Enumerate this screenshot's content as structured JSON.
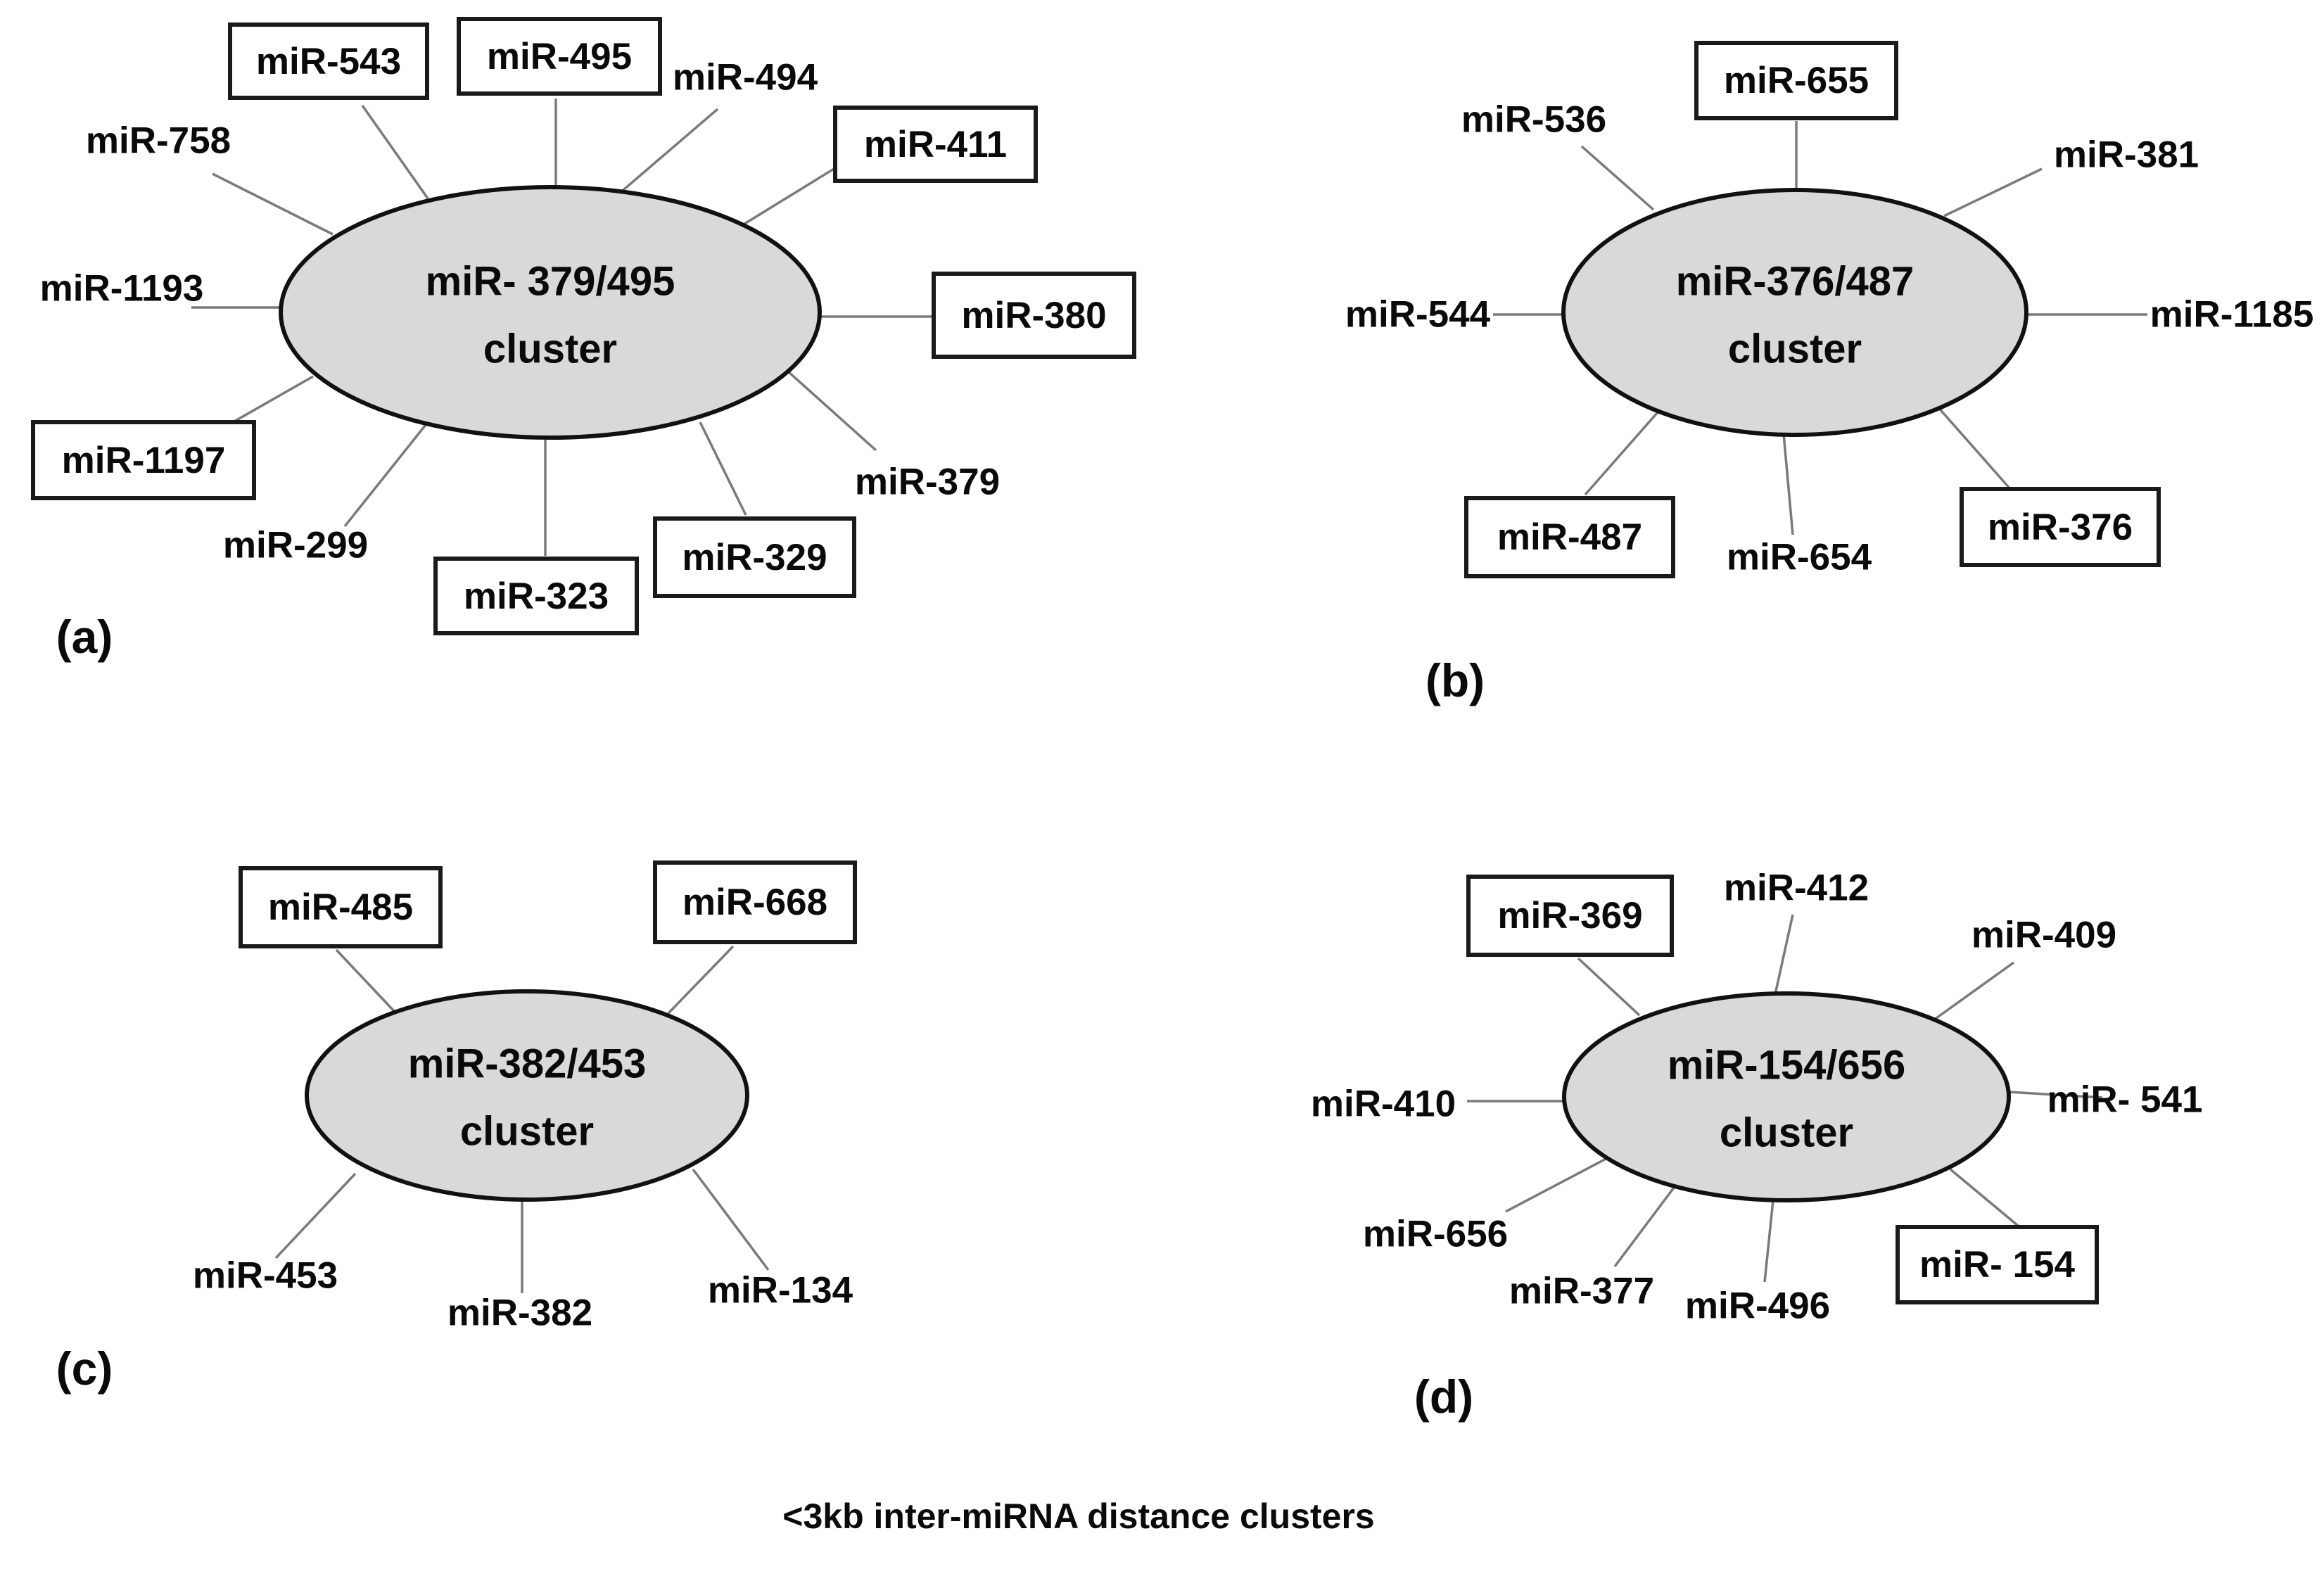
{
  "figure": {
    "caption": "<3kb inter-miRNA distance clusters",
    "colors": {
      "ellipse_fill": "#d9d9d9",
      "outline": "#1a1a1a",
      "connector": "#7a7a7a",
      "background": "#ffffff"
    },
    "panels": {
      "a": {
        "panel_label": "(a)",
        "title_line1": "miR- 379/495",
        "title_line2": "cluster",
        "members": [
          {
            "name": "miR-543",
            "boxed": true
          },
          {
            "name": "miR-495",
            "boxed": true
          },
          {
            "name": "miR-494",
            "boxed": false
          },
          {
            "name": "miR-411",
            "boxed": true
          },
          {
            "name": "miR-380",
            "boxed": true
          },
          {
            "name": "miR-379",
            "boxed": false
          },
          {
            "name": "miR-329",
            "boxed": true
          },
          {
            "name": "miR-323",
            "boxed": true
          },
          {
            "name": "miR-299",
            "boxed": false
          },
          {
            "name": "miR-1197",
            "boxed": true
          },
          {
            "name": "miR-1193",
            "boxed": false
          },
          {
            "name": "miR-758",
            "boxed": false
          }
        ]
      },
      "b": {
        "panel_label": "(b)",
        "title_line1": "miR-376/487",
        "title_line2": "cluster",
        "members": [
          {
            "name": "miR-655",
            "boxed": true
          },
          {
            "name": "miR-536",
            "boxed": false
          },
          {
            "name": "miR-381",
            "boxed": false
          },
          {
            "name": "miR-544",
            "boxed": false
          },
          {
            "name": "miR-1185",
            "boxed": false
          },
          {
            "name": "miR-487",
            "boxed": true
          },
          {
            "name": "miR-654",
            "boxed": false
          },
          {
            "name": "miR-376",
            "boxed": true
          }
        ]
      },
      "c": {
        "panel_label": "(c)",
        "title_line1": "miR-382/453",
        "title_line2": "cluster",
        "members": [
          {
            "name": "miR-485",
            "boxed": true
          },
          {
            "name": "miR-668",
            "boxed": true
          },
          {
            "name": "miR-453",
            "boxed": false
          },
          {
            "name": "miR-382",
            "boxed": false
          },
          {
            "name": "miR-134",
            "boxed": false
          }
        ]
      },
      "d": {
        "panel_label": "(d)",
        "title_line1": "miR-154/656",
        "title_line2": "cluster",
        "members": [
          {
            "name": "miR-369",
            "boxed": true
          },
          {
            "name": "miR-412",
            "boxed": false
          },
          {
            "name": "miR-409",
            "boxed": false
          },
          {
            "name": "miR- 541",
            "boxed": false
          },
          {
            "name": "miR- 154",
            "boxed": true
          },
          {
            "name": "miR-496",
            "boxed": false
          },
          {
            "name": "miR-377",
            "boxed": false
          },
          {
            "name": "miR-656",
            "boxed": false
          },
          {
            "name": "miR-410",
            "boxed": false
          }
        ]
      }
    }
  }
}
